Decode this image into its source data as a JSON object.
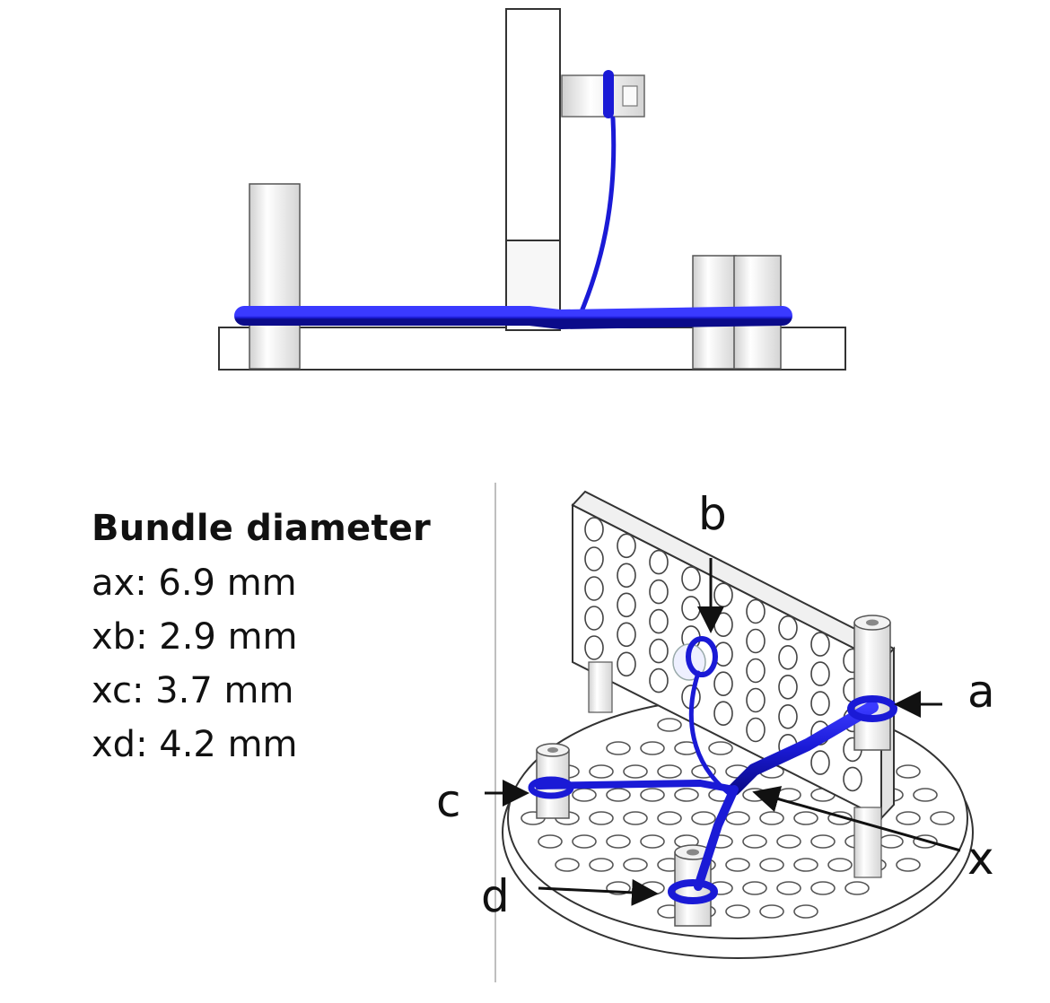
{
  "legend": {
    "title": "Bundle diameter",
    "rows": [
      {
        "segment": "ax",
        "value": "6.9 mm"
      },
      {
        "segment": "xb",
        "value": "2.9 mm"
      },
      {
        "segment": "xc",
        "value": "3.7 mm"
      },
      {
        "segment": "xd",
        "value": "4.2 mm"
      }
    ]
  },
  "callouts": {
    "a": "a",
    "b": "b",
    "c": "c",
    "d": "d",
    "x": "x"
  },
  "colors": {
    "bundle": "#1a1ad6",
    "outline": "#222222",
    "part_fill": "#f4f4f4",
    "part_shade": "#d9d9d9"
  }
}
